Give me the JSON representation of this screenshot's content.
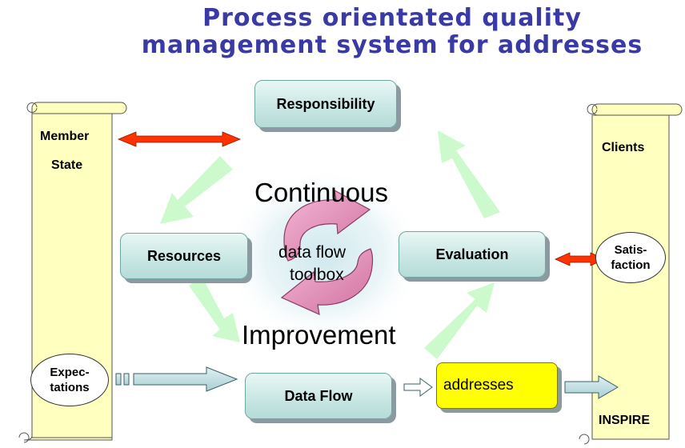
{
  "title": {
    "line1": "Process orientated quality",
    "line2": "management system for addresses"
  },
  "process_boxes": {
    "responsibility": "Responsibility",
    "resources": "Resources",
    "evaluation": "Evaluation",
    "data_flow": "Data Flow"
  },
  "cycle": {
    "top": "Continuous",
    "bottom": "Improvement",
    "center_line1": "data flow",
    "center_line2": "toolbox"
  },
  "left_scroll": {
    "label_line1": "Member",
    "label_line2": "State",
    "oval_line1": "Expec-",
    "oval_line2": "tations"
  },
  "right_scroll": {
    "label_top": "Clients",
    "label_bottom": "INSPIRE",
    "oval_line1": "Satis-",
    "oval_line2": "faction"
  },
  "addresses_label": "addresses",
  "colors": {
    "title": "#3a3aa6",
    "box_fill": "#c7e6e3",
    "scroll_fill": "#ffffc0",
    "cycle_arrow": "#ccfacc",
    "red_arrow": "#ff3300",
    "yellow_box": "#ffff00",
    "cycle_pink": "#e38ab8"
  }
}
